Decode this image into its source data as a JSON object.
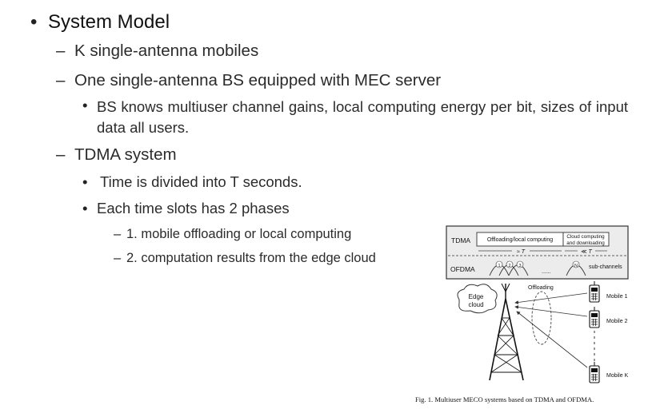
{
  "outline": {
    "l1_bullet": "•",
    "l2_dash": "–",
    "l3_bullet": "•",
    "l4_dash": "–",
    "title": "System Model",
    "item_k_mobiles": "K single-antenna mobiles",
    "item_bs": "One single-antenna BS equipped with MEC server",
    "item_bs_knows": "BS knows multiuser channel gains, local computing energy per bit, sizes of input data all users.",
    "item_tdma": "TDMA system",
    "item_time": "Time is divided into T seconds.",
    "item_slots": "Each time slots has 2 phases",
    "item_phase1": "1. mobile offloading or local computing",
    "item_phase2": "2. computation results from the edge cloud"
  },
  "figure": {
    "tdma_label": "TDMA",
    "offload_local_label": "Offloading/local computing",
    "cloud_computing_label": "Cloud computing",
    "and_downloading_label": "and downloading",
    "approx_t_label": "≈ T",
    "much_less_t_label": "≪ T",
    "ofdma_label": "OFDMA",
    "sub_channels_label": "sub-channels",
    "channel_numbers": [
      "1",
      "2",
      "3"
    ],
    "channel_n": "N",
    "dots": "......",
    "offloading_label": "Offloading",
    "edge_cloud_line1": "Edge",
    "edge_cloud_line2": "cloud",
    "mobiles": [
      "Mobile 1",
      "Mobile 2",
      "Mobile K"
    ],
    "caption": "Fig. 1.   Multiuser MECO systems based on TDMA and OFDMA."
  }
}
